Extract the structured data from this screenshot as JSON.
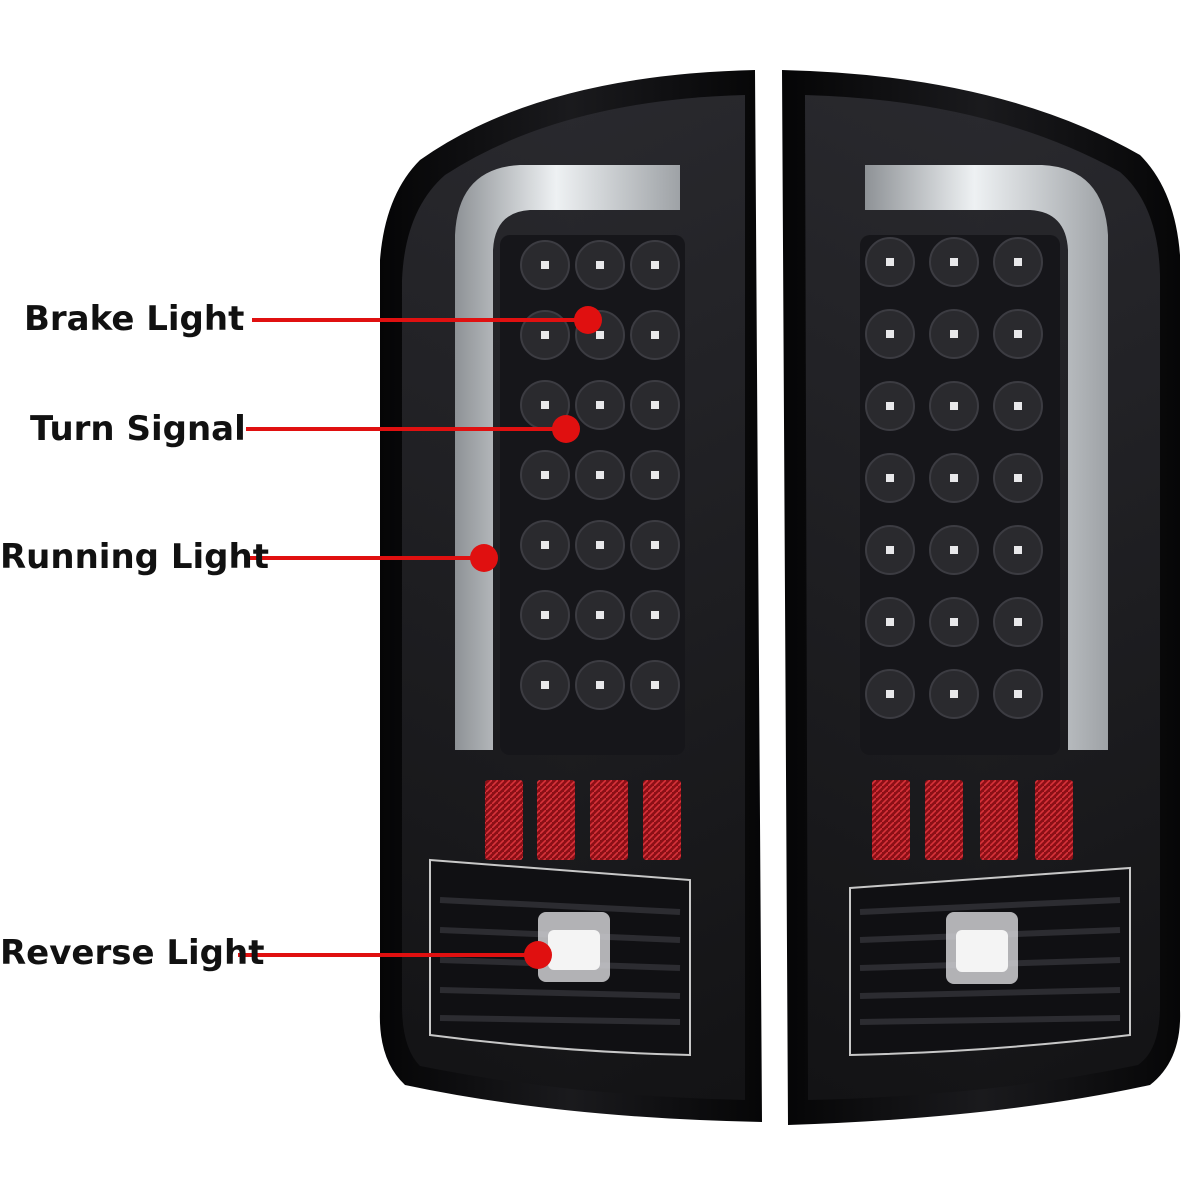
{
  "callouts": [
    {
      "id": "brake",
      "label": "Brake Light"
    },
    {
      "id": "turn",
      "label": "Turn Signal"
    },
    {
      "id": "running",
      "label": "Running Light"
    },
    {
      "id": "reverse",
      "label": "Reverse Light"
    }
  ],
  "colors": {
    "accent": "#e01010",
    "housing": "#0c0c0e",
    "smoked_lens": "#1e1e22",
    "led_bezel": "#2a2a2e",
    "light_bar": "#d9dde0",
    "reflector_red": "#b3141c",
    "background": "#ffffff"
  },
  "icons": [
    "callout-dot-icon",
    "led-icon"
  ]
}
